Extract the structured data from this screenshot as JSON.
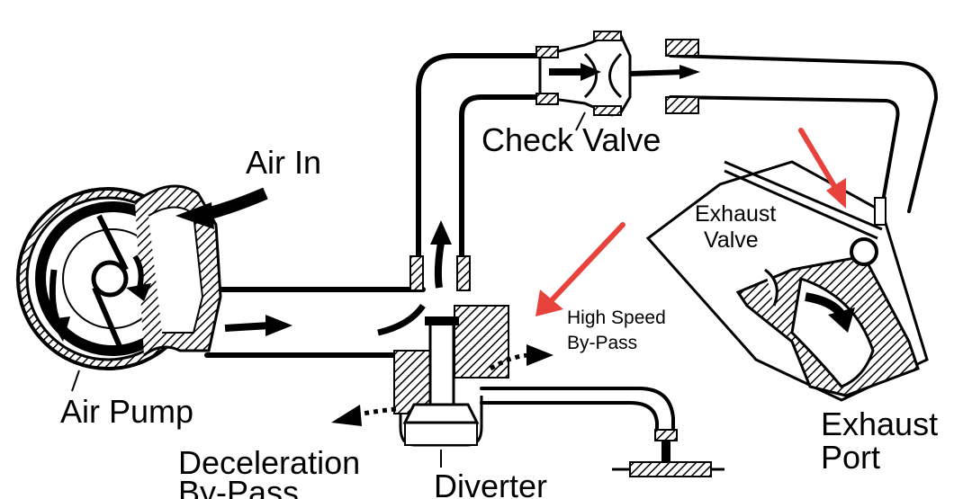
{
  "labels": {
    "air_in": "Air In",
    "check_valve": "Check Valve",
    "exhaust_valve_1": "Exhaust",
    "exhaust_valve_2": "Valve",
    "high_speed_1": "High Speed",
    "high_speed_2": "By-Pass",
    "air_pump": "Air Pump",
    "deceleration_1": "Deceleration",
    "deceleration_2": "By-Pass",
    "diverter": "Diverter",
    "exhaust_port_1": "Exhaust",
    "exhaust_port_2": "Port"
  },
  "colors": {
    "line": "#000000",
    "hatch": "#000000",
    "annotation_arrow": "#e8423c",
    "background": "#ffffff"
  },
  "icons": {
    "annotation": "red-arrow-icon",
    "flow": "flow-arrow-icon"
  }
}
